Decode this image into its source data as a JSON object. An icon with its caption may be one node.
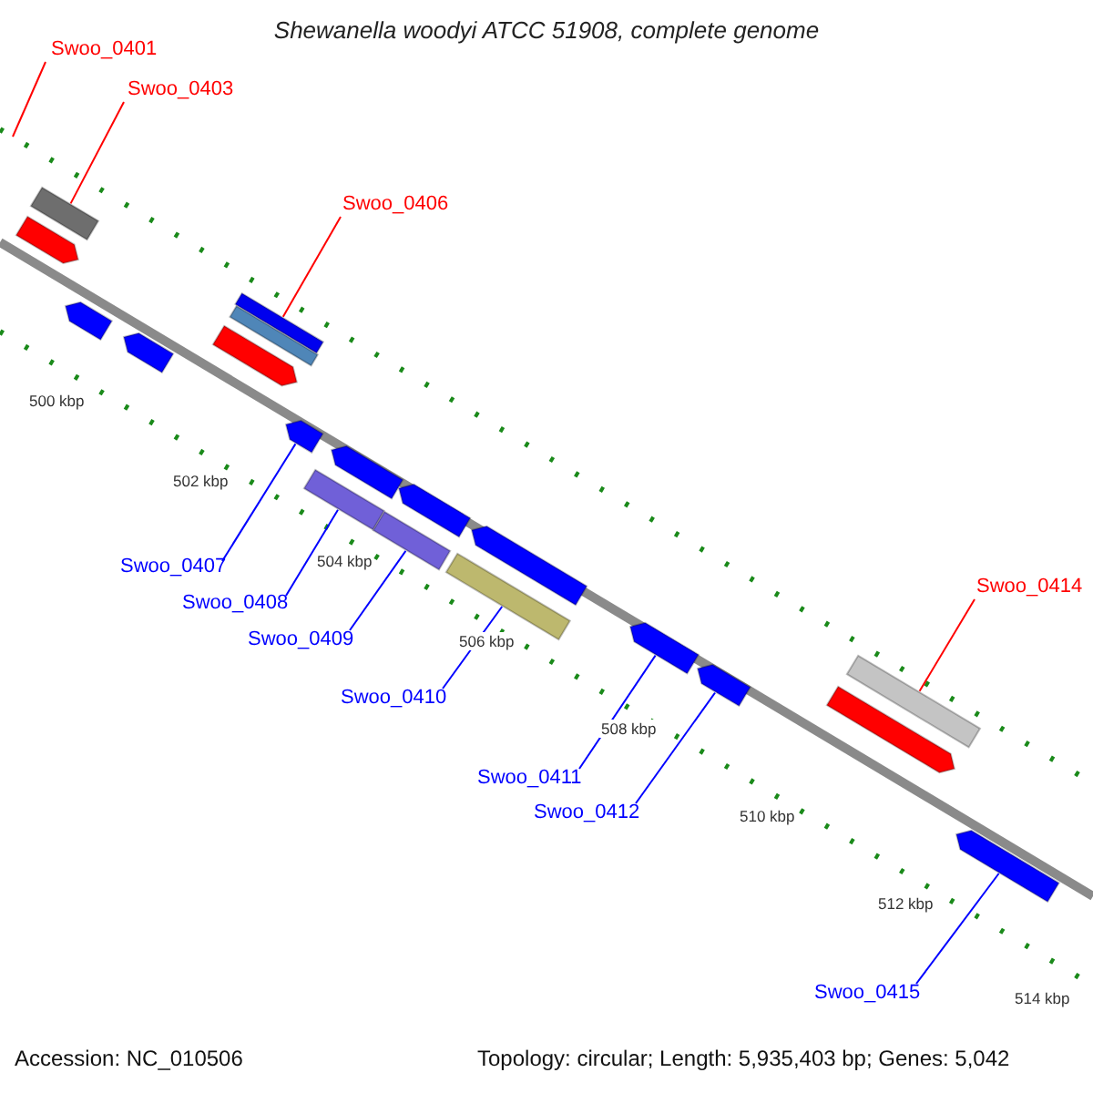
{
  "diagram": {
    "title": "Shewanella woodyi ATCC 51908, complete genome",
    "nodes": [
      {
        "text": [
          "Swoo_0401"
        ]
      },
      {
        "text": [
          "Swoo_0403"
        ]
      },
      {
        "text": [
          "Swoo_0406"
        ]
      },
      {
        "text": [
          "Swoo_0407"
        ]
      },
      {
        "text": [
          "Swoo_0408"
        ]
      },
      {
        "text": [
          "Swoo_0409"
        ]
      },
      {
        "text": [
          "Swoo_0410"
        ]
      },
      {
        "text": [
          "Swoo_0411"
        ]
      },
      {
        "text": [
          "Swoo_0412"
        ]
      },
      {
        "text": [
          "Swoo_0414"
        ]
      },
      {
        "text": [
          "Swoo_0415"
        ]
      },
      {
        "text": [],
        "shape": "bar"
      },
      {
        "text": [],
        "shape": "bar"
      },
      {
        "text": [],
        "shape": "bar"
      },
      {
        "text": [],
        "shape": "bar"
      },
      {
        "text": [],
        "shape": "bar"
      },
      {
        "text": [],
        "shape": "bar"
      },
      {
        "text": [],
        "shape": "bar"
      },
      {
        "text": [],
        "shape": "bar"
      },
      {
        "text": [],
        "shape": "bar"
      },
      {
        "text": [],
        "shape": "bar"
      },
      {
        "text": [],
        "shape": "bar"
      },
      {
        "text": [],
        "shape": "bar"
      },
      {
        "text": [],
        "shape": "bar"
      },
      {
        "text": [],
        "shape": "bar"
      },
      {
        "text": [],
        "shape": "bar"
      },
      {
        "text": [],
        "shape": "bar"
      },
      {
        "text": [],
        "shape": "bar"
      },
      {
        "text": [],
        "shape": "bar"
      },
      {
        "text": [],
        "shape": "bar"
      }
    ],
    "edges": [
      {
        "from": 0,
        "to": null,
        "arrow": "none",
        "color": "#ff0000"
      },
      {
        "from": 1,
        "to": 12,
        "arrow": "none",
        "color": "#ff0000"
      },
      {
        "from": 2,
        "to": 17,
        "arrow": "none",
        "color": "#ff0000"
      },
      {
        "from": 3,
        "to": 18,
        "arrow": "none"
      },
      {
        "from": 4,
        "to": 19,
        "arrow": "none"
      },
      {
        "from": 5,
        "to": 21,
        "arrow": "none"
      },
      {
        "from": 6,
        "to": 23,
        "arrow": "none"
      },
      {
        "from": 7,
        "to": 25,
        "arrow": "none"
      },
      {
        "from": 8,
        "to": 26,
        "arrow": "none"
      },
      {
        "from": 9,
        "to": 28,
        "arrow": "none",
        "color": "#ff0000"
      },
      {
        "from": 10,
        "to": 29,
        "arrow": "none"
      }
    ],
    "labels": [
      "500 kbp",
      "502 kbp",
      "504 kbp",
      "506 kbp",
      "508 kbp",
      "510 kbp",
      "512 kbp",
      "514 kbp",
      "Accession: NC_010506",
      "Topology: circular; Length: 5,935,403 bp; Genes: 5,042"
    ]
  }
}
